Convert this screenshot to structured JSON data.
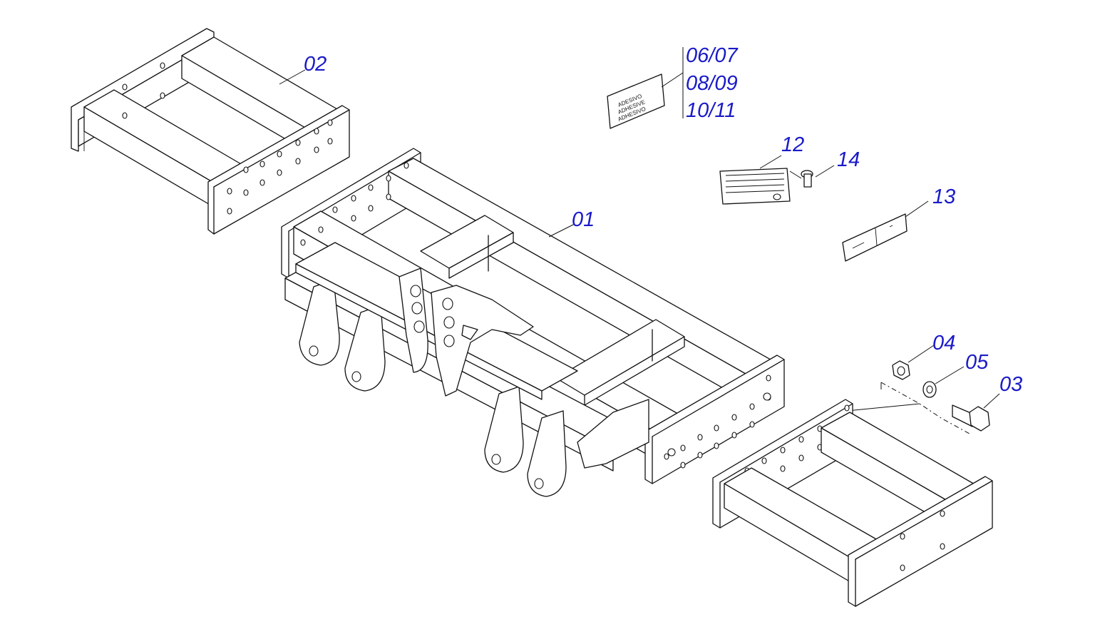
{
  "labels": {
    "p01": "01",
    "p02": "02",
    "p03": "03",
    "p04": "04",
    "p05": "05",
    "p06_07": "06/07",
    "p08_09": "08/09",
    "p10_11": "10/11",
    "p12": "12",
    "p13": "13",
    "p14": "14"
  },
  "sticker_text": [
    "ADESIVO",
    "ADHESIVE",
    "ADHESIVO"
  ],
  "colors": {
    "label": "#1a1ac8",
    "line": "#111111"
  }
}
